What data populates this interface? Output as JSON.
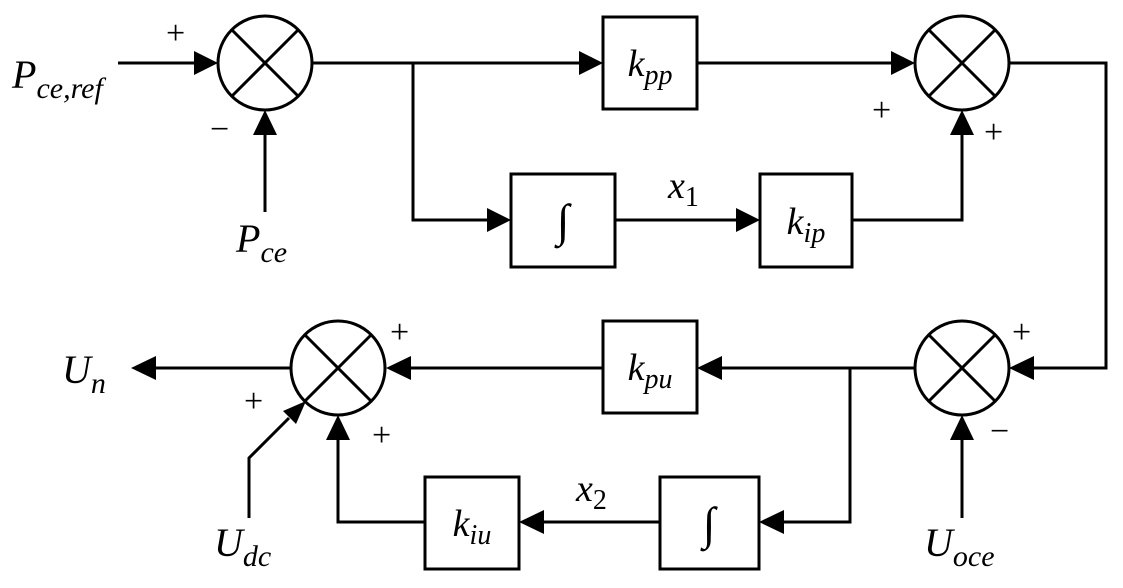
{
  "signals": {
    "p_ref": {
      "main": "P",
      "sub": "ce,ref"
    },
    "p_ce": {
      "main": "P",
      "sub": "ce"
    },
    "u_n": {
      "main": "U",
      "sub": "n"
    },
    "u_dc": {
      "main": "U",
      "sub": "dc"
    },
    "u_oce": {
      "main": "U",
      "sub": "oce"
    },
    "x1": {
      "main": "x",
      "sub": "1"
    },
    "x2": {
      "main": "x",
      "sub": "2"
    }
  },
  "blocks": {
    "kpp": {
      "main": "k",
      "sub": "pp"
    },
    "kip": {
      "main": "k",
      "sub": "ip"
    },
    "kpu": {
      "main": "k",
      "sub": "pu"
    },
    "kiu": {
      "main": "k",
      "sub": "iu"
    },
    "int1": "∫",
    "int2": "∫"
  },
  "signs": {
    "s1_in_plus": "+",
    "s1_fb_minus": "−",
    "s2_left_plus": "+",
    "s2_bottom_plus": "+",
    "s3_right_plus": "+",
    "s3_bottom_minus": "−",
    "s4_right_plus": "+",
    "s4_diag_plus": "+",
    "s4_bottom_plus": "+"
  }
}
